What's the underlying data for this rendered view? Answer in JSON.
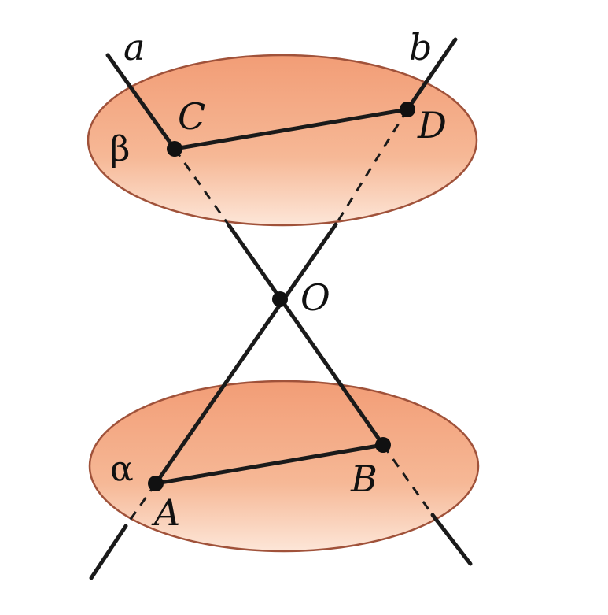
{
  "lines": {
    "a": "a",
    "b": "b"
  },
  "planes": {
    "upper": "β",
    "lower": "α"
  },
  "points": {
    "A": "A",
    "B": "B",
    "C": "C",
    "D": "D",
    "O": "O"
  },
  "colors": {
    "plane_fill_top": "#f2a07a",
    "plane_fill_bottom": "#fde3d3",
    "plane_edge": "#a0523a",
    "ink": "#1a1a1a"
  }
}
